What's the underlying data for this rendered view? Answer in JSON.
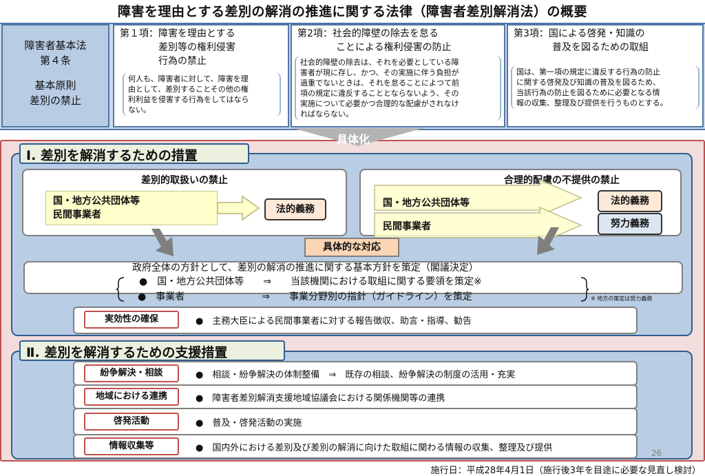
{
  "title": "障害を理由とする差別の解消の推進に関する法律（障害者差別解消法）の概要",
  "basic_law": {
    "line1": "障害者基本法",
    "line2": "第４条",
    "line3": "基本原則",
    "line4": "差別の禁止"
  },
  "articles": [
    {
      "title": "第１項：障害を理由とする\n　　　　差別等の権利侵害\n　　　　行為の禁止",
      "body": "何人も、障害者に対して、障害を理\n由として、差別することその他の権\n利利益を侵害する行為をしてはなら\nない。"
    },
    {
      "title": "第2項：社会的障壁の除去を怠る\n　　　　ことによる権利侵害の防止",
      "body": "社会的障壁の除去は、それを必要としている障\n害者が現に存し、かつ、その実施に伴う負担が\n過重でないときは、それを怠ることによつて前\n項の規定に違反することとならないよう、その\n実施について必要かつ合理的な配慮がされなけ\nればならない。"
    },
    {
      "title": "第3項：国による啓発・知識の\n　　　　普及を図るための取組",
      "body": "国は、第一項の規定に違反する行為の防止\nに関する啓発及び知識の普及を図るため、\n当該行為の防止を図るために必要となる情\n報の収集、整理及び提供を行うものとする。"
    }
  ],
  "gutaika": "具体化",
  "section1": {
    "title": "Ⅰ. 差別を解消するための措置",
    "prohibition1": {
      "heading": "差別的取扱いの禁止",
      "subject": "国・地方公共団体等\n民間事業者",
      "duty": "法的義務"
    },
    "prohibition2": {
      "heading": "合理的配慮の不提供の禁止",
      "subject1": "国・地方公共団体等",
      "subject2": "民間事業者",
      "duty1": "法的義務",
      "duty2": "努力義務"
    },
    "concrete_response": "具体的な対応",
    "policy": {
      "line1": "政府全体の方針として、差別の解消の推進に関する基本方針を策定（閣議決定）",
      "line2": "●　国・地方公共団体等　　⇒　　当該機関における取組に関する要領を策定※",
      "line3": "●　事業者　　　　　　　　⇒　　事業分野別の指針（ガイドライン）を策定",
      "note": "※ 地方の策定は努力義務"
    },
    "effectiveness": {
      "tag": "実効性の確保",
      "text": "●　主務大臣による民間事業者に対する報告徴収、助言・指導、勧告"
    }
  },
  "section2": {
    "title": "Ⅱ. 差別を解消するための支援措置",
    "rows": [
      {
        "tag": "紛争解決・相談",
        "text": "●　相談・紛争解決の体制整備　⇒　既存の相談、紛争解決の制度の活用・充実"
      },
      {
        "tag": "地域における連携",
        "text": "●　障害者差別解消支援地域協議会における関係機関等の連携"
      },
      {
        "tag": "啓発活動",
        "text": "●　普及・啓発活動の実施"
      },
      {
        "tag": "情報収集等",
        "text": "●　国内外における差別及び差別の解消に向けた取組に関わる情報の収集、整理及び提供"
      }
    ]
  },
  "page_number": "26",
  "footer": "施行日：平成28年4月1日（施行後3年を目途に必要な見直し検討）"
}
